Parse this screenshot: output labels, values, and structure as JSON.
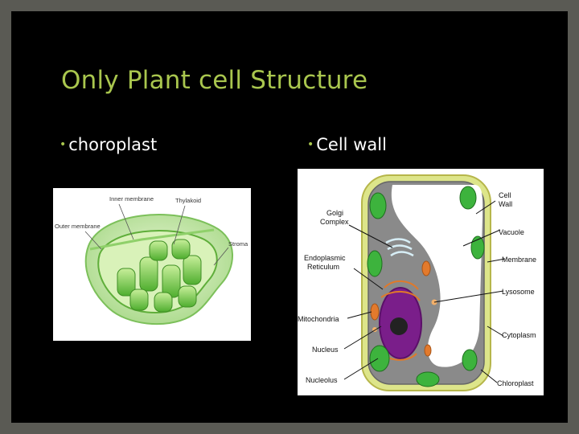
{
  "slide": {
    "title": "Only Plant cell Structure",
    "bullets": [
      {
        "text": "choroplast"
      },
      {
        "text": "Cell wall"
      }
    ]
  },
  "chloroplast_diagram": {
    "labels": {
      "inner_membrane": "Inner membrane",
      "thylakoid": "Thylakoid",
      "outer_membrane": "Outer membrane",
      "stroma": "Stroma"
    }
  },
  "cell_diagram": {
    "labels": {
      "cell_wall_1": "Cell",
      "cell_wall_2": "Wall",
      "golgi_1": "Golgi",
      "golgi_2": "Complex",
      "vacuole": "Vacuole",
      "er_1": "Endoplasmic",
      "er_2": "Reticulum",
      "membrane": "Membrane",
      "lysosome": "Lysosome",
      "mitochondria": "Mitochondria",
      "cytoplasm": "Cytoplasm",
      "nucleus": "Nucleus",
      "nucleolus": "Nucleolus",
      "chloroplast": "Chloroplast"
    }
  },
  "colors": {
    "title": "#a9c64e",
    "bullet_dot": "#a9c64e",
    "background": "#000000",
    "frame": "#5a5a54"
  }
}
